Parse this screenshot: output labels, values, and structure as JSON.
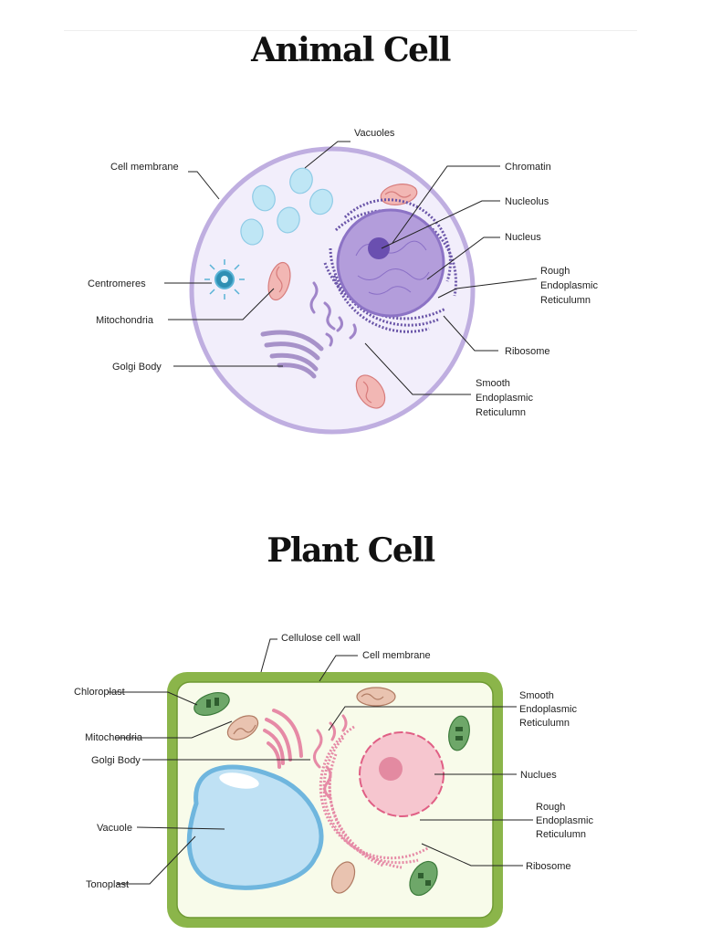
{
  "animal": {
    "title": "Animal Cell",
    "labels": {
      "vacuoles": "Vacuoles",
      "cell_membrane": "Cell membrane",
      "chromatin": "Chromatin",
      "nucleolus": "Nucleolus",
      "nucleus": "Nucleus",
      "rough_er_1": "Rough",
      "rough_er_2": "Endoplasmic",
      "rough_er_3": "Reticulumn",
      "centromeres": "Centromeres",
      "mitochondria": "Mitochondria",
      "ribosome": "Ribosome",
      "golgi_body": "Golgi Body",
      "smooth_er_1": "Smooth",
      "smooth_er_2": "Endoplasmic",
      "smooth_er_3": "Reticulumn"
    }
  },
  "plant": {
    "title": "Plant Cell",
    "labels": {
      "cell_wall": "Cellulose cell wall",
      "cell_membrane": "Cell membrane",
      "chloroplast": "Chloroplast",
      "mitochondria": "Mitochondria",
      "golgi_body": "Golgi Body",
      "smooth_er_1": "Smooth",
      "smooth_er_2": "Endoplasmic",
      "smooth_er_3": "Reticulumn",
      "nucleus": "Nuclues",
      "vacuole": "Vacuole",
      "rough_er_1": "Rough",
      "rough_er_2": "Endoplasmic",
      "rough_er_3": "Reticulumn",
      "tonoplast": "Tonoplast",
      "ribosome": "Ribosome"
    }
  },
  "colors": {
    "animal_cytoplasm": "#f2eefb",
    "animal_membrane": "#bfaee0",
    "nucleus_purple": "#b39ddb",
    "er_purple": "#6a55a8",
    "vacuole_blue": "#bfe6f5",
    "mito_red": "#f2b7b4",
    "plant_wall": "#8bb54a",
    "plant_cytoplasm": "#f8fbea",
    "plant_vacuole": "#bfe1f4",
    "plant_nucleus": "#f6c6cf",
    "chloroplast_green": "#6ea769",
    "er_pink": "#e68aa6"
  }
}
